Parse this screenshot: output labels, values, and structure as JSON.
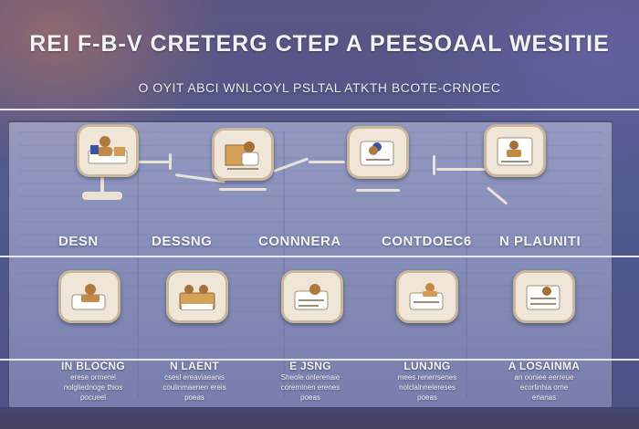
{
  "header": {
    "title": "REI F-B-V CRETERG CTEP A PEESOAAL WESITIE",
    "subtitle": "O  OYIT  ABCI WNLCOYL PSLTAL ATKTH  BCOTE-CRNOEC"
  },
  "top_icons": [
    {
      "name": "monitor-user-icon"
    },
    {
      "name": "folder-user-icon"
    },
    {
      "name": "profile-card-icon"
    },
    {
      "name": "document-user-icon"
    }
  ],
  "stage_labels": [
    "DESN",
    "DESSNG",
    "CONNNERA",
    "CONTDOEC6",
    "N PLAUNITI"
  ],
  "bottom_icons": [
    {
      "name": "laptop-user-icon"
    },
    {
      "name": "team-folder-icon"
    },
    {
      "name": "user-document-icon"
    },
    {
      "name": "stack-user-icon"
    },
    {
      "name": "checklist-user-icon"
    }
  ],
  "captions": [
    {
      "title": "IN BLOCNG",
      "lines": [
        "erese orrnerel",
        "nolgliednoge thios",
        "pocueel"
      ]
    },
    {
      "title": "N LAENT",
      "lines": [
        "csesl ereaviaeanis",
        "coulinmaenen ereis",
        "poeas"
      ]
    },
    {
      "title": "E JSNG",
      "lines": [
        "Sheole onlerenaie",
        "corerninen erenes",
        "poeas"
      ]
    },
    {
      "title": "LUNJNG",
      "lines": [
        "mees renerrsenes",
        "nolclalnnelereses",
        "poeas"
      ]
    },
    {
      "title": "A LOSAINMA",
      "lines": [
        "an ooniee eerreue",
        "ecorlinhia orne",
        "enanas"
      ]
    }
  ]
}
